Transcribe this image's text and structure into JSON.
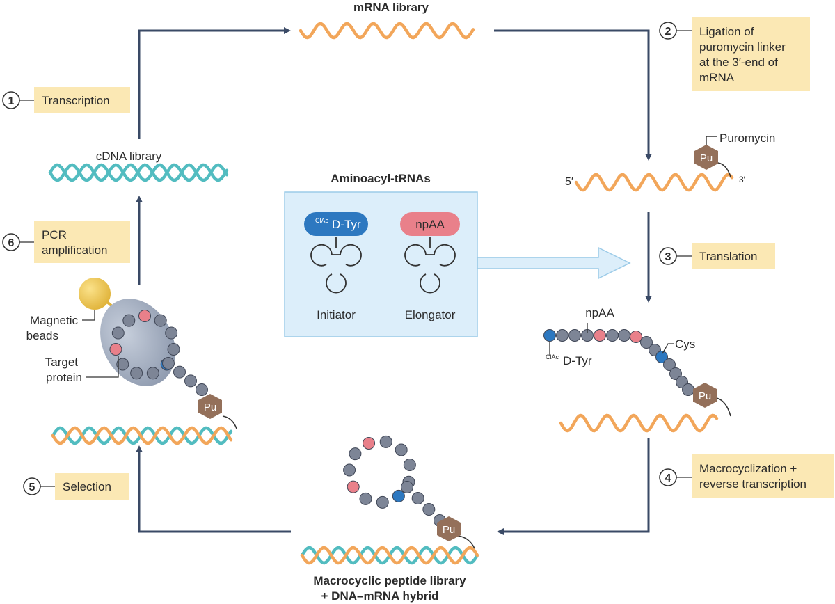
{
  "titles": {
    "mrna_library": "mRNA library",
    "cdna_library": "cDNA library",
    "aminoacyl_trnas": "Aminoacyl-tRNAs",
    "macrocyclic_line1": "Macrocyclic peptide library",
    "macrocyclic_line2": "+ DNA–mRNA hybrid"
  },
  "steps": [
    {
      "number": "1",
      "lines": [
        "Transcription"
      ]
    },
    {
      "number": "2",
      "lines": [
        "Ligation of",
        "puromycin linker",
        "at the 3′-end of",
        "mRNA"
      ]
    },
    {
      "number": "3",
      "lines": [
        "Translation"
      ]
    },
    {
      "number": "4",
      "lines": [
        "Macrocyclization +",
        "reverse transcription"
      ]
    },
    {
      "number": "5",
      "lines": [
        "Selection"
      ]
    },
    {
      "number": "6",
      "lines": [
        "PCR",
        "amplification"
      ]
    }
  ],
  "labels": {
    "puromycin": "Puromycin",
    "pu": "Pu",
    "five_prime": "5′",
    "three_prime": "3′",
    "npaa": "npAA",
    "cys": "Cys",
    "clac_superscript": "ClAc",
    "dtyr": "D-Tyr",
    "initiator": "Initiator",
    "elongator": "Elongator",
    "magnetic_line1": "Magnetic",
    "magnetic_line2": "beads",
    "target_line1": "Target",
    "target_line2": "protein"
  },
  "colors": {
    "arrow": "#3a4a66",
    "orange": "#f2a65a",
    "teal": "#52bcc0",
    "label_box": "#fbe8b4",
    "trna_box": "#dceefa",
    "trna_box_border": "#9ccbe8",
    "bead_grey": "#7d8596",
    "bead_pink": "#e9808a",
    "bead_blue": "#2d78c0",
    "pu_brown": "#94705a"
  }
}
